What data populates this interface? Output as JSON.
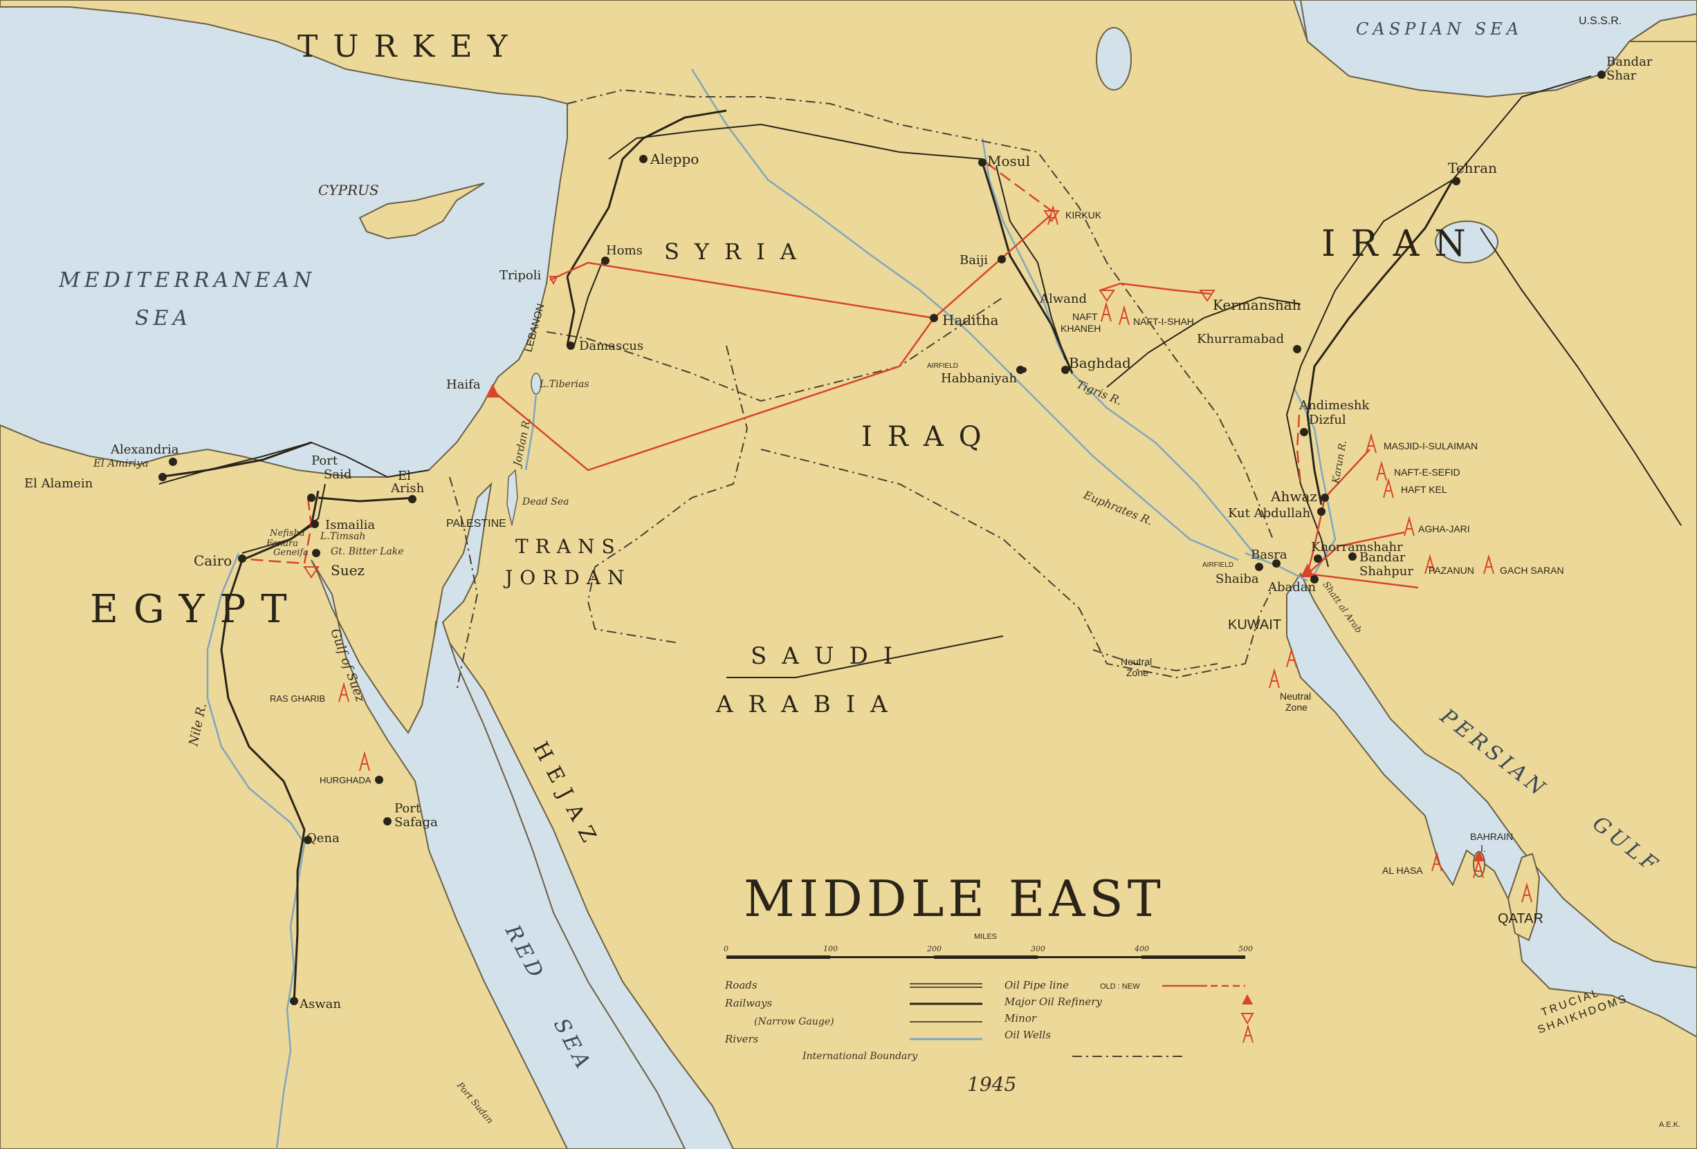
{
  "map": {
    "title": "MIDDLE EAST",
    "year": "1945",
    "credit": "A.E.K.",
    "colors": {
      "land": "#ecd99a",
      "sea": "#d3e2ea",
      "oil_red": "#d8442c",
      "road": "#2a2418",
      "river": "#7fa6bf",
      "boundary": "#4a4030"
    }
  },
  "countries": {
    "turkey": "TURKEY",
    "syria": "SYRIA",
    "iraq": "IRAQ",
    "iran": "IRAN",
    "egypt": "EGYPT",
    "saudi_1": "SAUDI",
    "saudi_2": "ARABIA",
    "trans_1": "TRANS",
    "trans_2": "JORDAN",
    "hejaz": "HEJAZ",
    "palestine": "PALESTINE",
    "lebanon": "LEBANON",
    "kuwait": "KUWAIT",
    "qatar": "QATAR",
    "trucial_1": "TRUCIAL",
    "trucial_2": "SHAIKHDOMS",
    "ussr": "U.S.S.R."
  },
  "seas": {
    "med_1": "MEDITERRANEAN",
    "med_2": "SEA",
    "caspian": "CASPIAN SEA",
    "persian_1": "PERSIAN",
    "persian_2": "GULF",
    "red_1": "RED",
    "red_2": "SEA",
    "suez_gulf": "Gulf of Suez",
    "cyprus": "CYPRUS",
    "neutral_zone_1": "Neutral",
    "neutral_zone_2": "Zone",
    "neutral_zone_3": "Neutral",
    "neutral_zone_4": "Zone"
  },
  "water_features": {
    "nile": "Nile R.",
    "jordan": "Jordan R.",
    "tiberias": "L.Tiberias",
    "dead_sea": "Dead Sea",
    "tigris": "Tigris R.",
    "euphrates": "Euphrates R.",
    "karun": "Karun R.",
    "shatt": "Shatt al Arab",
    "timsah": "L.Timsah",
    "bitter": "Gt. Bitter Lake",
    "bahrain_1": "BAHRAIN",
    "bahrain_2": "I."
  },
  "cities": {
    "aleppo": "Aleppo",
    "mosul": "Mosul",
    "kirkuk": "KIRKUK",
    "homs": "Homs",
    "tripoli": "Tripoli",
    "damascus": "Damascus",
    "haifa": "Haifa",
    "baiji": "Baiji",
    "haditha": "Haditha",
    "alwand": "Alwand",
    "naft_khaneh_1": "NAFT",
    "naft_khaneh_2": "KHANEH",
    "naft_i_shah": "NAFT-I-SHAH",
    "kermanshah": "Kermanshah",
    "khurramabad": "Khurramabad",
    "baghdad": "Baghdad",
    "airfield_1": "AIRFIELD",
    "habbaniyah": "Habbaniyah",
    "tehran": "Tehran",
    "bandar_shar_1": "Bandar",
    "bandar_shar_2": "Shar",
    "andimeshk": "Andimeshk",
    "dizful": "Dizful",
    "masjid": "MASJID-I-SULAIMAN",
    "naft_e_sefid": "NAFT-E-SEFID",
    "haft_kel": "HAFT KEL",
    "ahwaz": "Ahwaz",
    "kut_abdullah": "Kut Abdullah",
    "agha_jari": "AGHA-JARI",
    "khorramshahr": "Khorramshahr",
    "basra": "Basra",
    "airfield_2": "AIRFIELD",
    "shaiba": "Shaiba",
    "abadan": "Abadan",
    "bandar_shahpur_1": "Bandar",
    "bandar_shahpur_2": "Shahpur",
    "pazanun": "PAZANUN",
    "gach_saran": "GACH SARAN",
    "alexandria": "Alexandria",
    "el_amiriya": "El Amiriya",
    "el_alamein": "El Alamein",
    "port_said_1": "Port",
    "port_said_2": "Said",
    "el_arish_1": "El",
    "el_arish_2": "Arish",
    "ismailia": "Ismailia",
    "nefisha": "Nefisha",
    "fanara": "Fanara",
    "geneifa": "Geneifa",
    "cairo": "Cairo",
    "suez": "Suez",
    "ras_gharib": "RAS GHARIB",
    "hurghada": "HURGHADA",
    "port_safaga_1": "Port",
    "port_safaga_2": "Safaga",
    "qena": "Qena",
    "aswan": "Aswan",
    "port_sudan": "Port Sudan",
    "al_hasa": "AL HASA"
  },
  "legend": {
    "miles_label": "MILES",
    "scale_ticks": [
      "0",
      "100",
      "200",
      "300",
      "400",
      "500"
    ],
    "roads": "Roads",
    "railways": "Railways",
    "narrow_gauge": "(Narrow Gauge)",
    "rivers": "Rivers",
    "intl_boundary": "International Boundary",
    "oil_pipe": "Oil Pipe line",
    "old_new": "OLD : NEW",
    "major_refinery": "Major Oil Refinery",
    "minor": "Minor",
    "oil_wells": "Oil Wells"
  }
}
